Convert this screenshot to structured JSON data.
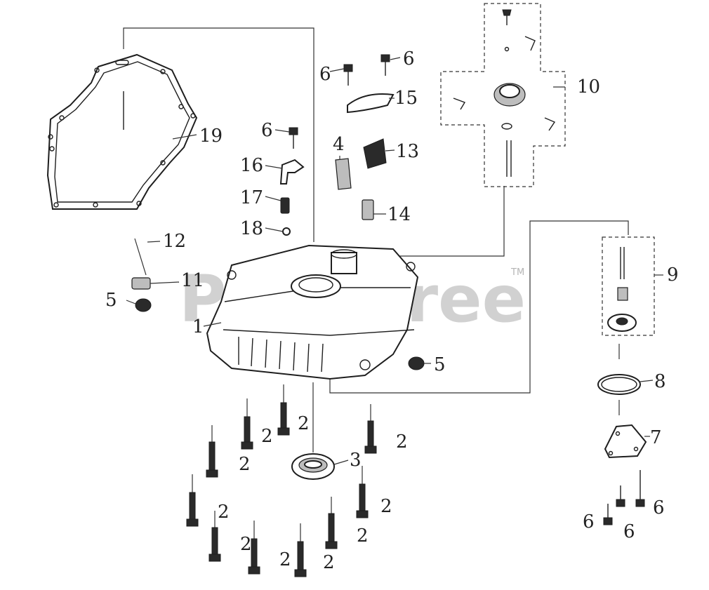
{
  "watermark": {
    "text": "PartsTree",
    "trademark": "TM"
  },
  "callouts": [
    {
      "id": "c19",
      "label": "19"
    },
    {
      "id": "c6a",
      "label": "6"
    },
    {
      "id": "c6b",
      "label": "6"
    },
    {
      "id": "c6c",
      "label": "6"
    },
    {
      "id": "c15",
      "label": "15"
    },
    {
      "id": "c4",
      "label": "4"
    },
    {
      "id": "c13",
      "label": "13"
    },
    {
      "id": "c16",
      "label": "16"
    },
    {
      "id": "c17",
      "label": "17"
    },
    {
      "id": "c18",
      "label": "18"
    },
    {
      "id": "c14",
      "label": "14"
    },
    {
      "id": "c10",
      "label": "10"
    },
    {
      "id": "c12",
      "label": "12"
    },
    {
      "id": "c11",
      "label": "11"
    },
    {
      "id": "c5a",
      "label": "5"
    },
    {
      "id": "c1",
      "label": "1"
    },
    {
      "id": "c5b",
      "label": "5"
    },
    {
      "id": "c9",
      "label": "9"
    },
    {
      "id": "c8",
      "label": "8"
    },
    {
      "id": "c7",
      "label": "7"
    },
    {
      "id": "c3",
      "label": "3"
    },
    {
      "id": "c2a",
      "label": "2"
    },
    {
      "id": "c2b",
      "label": "2"
    },
    {
      "id": "c2c",
      "label": "2"
    },
    {
      "id": "c2d",
      "label": "2"
    },
    {
      "id": "c2e",
      "label": "2"
    },
    {
      "id": "c2f",
      "label": "2"
    },
    {
      "id": "c2g",
      "label": "2"
    },
    {
      "id": "c2h",
      "label": "2"
    },
    {
      "id": "c2i",
      "label": "2"
    },
    {
      "id": "c2j",
      "label": "2"
    },
    {
      "id": "c2k",
      "label": "2"
    },
    {
      "id": "c6d",
      "label": "6"
    },
    {
      "id": "c6e",
      "label": "6"
    },
    {
      "id": "c6f",
      "label": "6"
    }
  ]
}
